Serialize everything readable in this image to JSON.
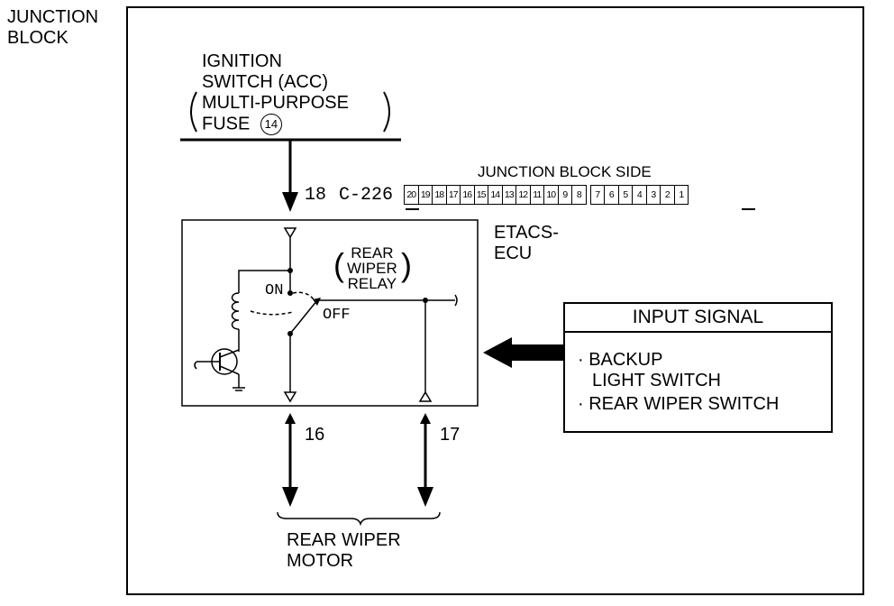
{
  "junction_block_label": [
    "JUNCTION",
    "BLOCK"
  ],
  "power_source": [
    "IGNITION",
    "SWITCH (ACC)",
    "MULTI-PURPOSE",
    "FUSE"
  ],
  "fuse_number": "14",
  "wire_18": "18",
  "connector_id": "C-226",
  "connector_side_label": "JUNCTION BLOCK SIDE",
  "connector_pins": [
    "20",
    "19",
    "18",
    "17",
    "16",
    "15",
    "14",
    "13",
    "12",
    "11",
    "10",
    "9",
    "8",
    "7",
    "6",
    "5",
    "4",
    "3",
    "2",
    "1"
  ],
  "ecu_label": [
    "ETACS-",
    "ECU"
  ],
  "relay_label": [
    "REAR",
    "WIPER",
    "RELAY"
  ],
  "switch_on": "ON",
  "switch_off": "OFF",
  "input_signal": {
    "title": "INPUT SIGNAL",
    "items": [
      "· BACKUP",
      "LIGHT SWITCH",
      "· REAR WIPER SWITCH"
    ]
  },
  "wire_16": "16",
  "wire_17": "17",
  "motor_label": [
    "REAR WIPER",
    "MOTOR"
  ]
}
